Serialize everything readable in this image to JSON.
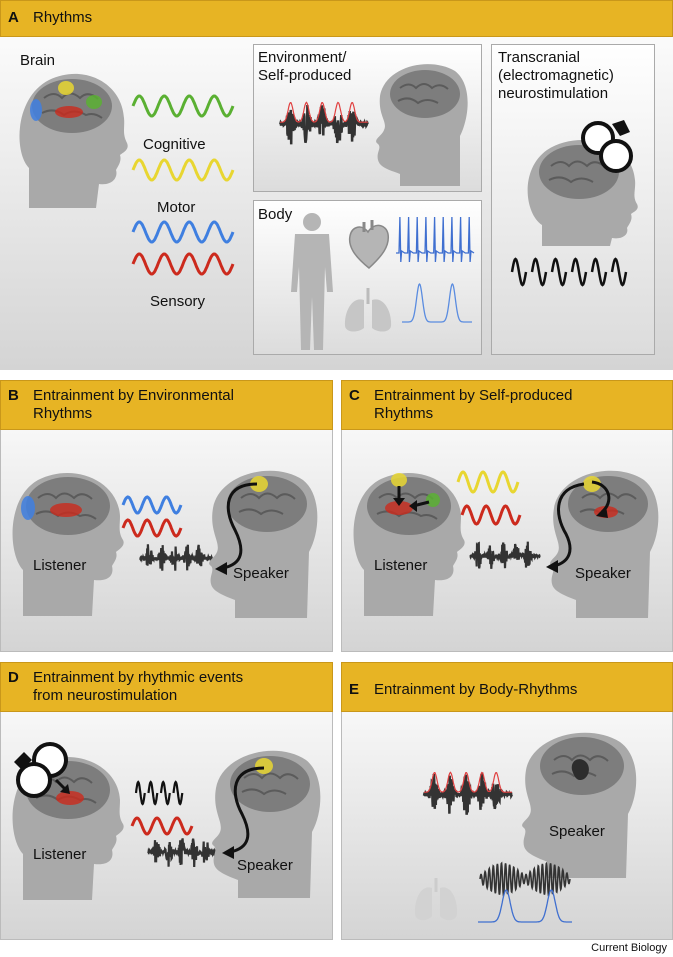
{
  "panel_a": {
    "letter": "A",
    "title": "Rhythms",
    "brain_label": "Brain",
    "cognitive_label": "Cognitive",
    "motor_label": "Motor",
    "sensory_label": "Sensory",
    "environment_label": "Environment/\nSelf-produced",
    "body_label": "Body",
    "transcranial_label": "Transcranial\n(electromagnetic)\nneurostimulation"
  },
  "panel_b": {
    "letter": "B",
    "title": "Entrainment by Environmental\nRhythms",
    "listener_label": "Listener",
    "speaker_label": "Speaker"
  },
  "panel_c": {
    "letter": "C",
    "title": "Entrainment by Self-produced\nRhythms",
    "listener_label": "Listener",
    "speaker_label": "Speaker"
  },
  "panel_d": {
    "letter": "D",
    "title": "Entrainment by rhythmic events\nfrom neurostimulation",
    "listener_label": "Listener",
    "speaker_label": "Speaker"
  },
  "panel_e": {
    "letter": "E",
    "title": "Entrainment by Body-Rhythms",
    "speaker_label": "Speaker"
  },
  "footer": {
    "journal": "Current Biology"
  },
  "colors": {
    "header": "#e7b424",
    "cognitive_wave": "#5ab032",
    "motor_wave": "#e8d631",
    "sensory_wave": "#cc2a1d",
    "blue_wave": "#3f7fe0",
    "head": "#a9a9a9",
    "brain": "#7d7d7d"
  }
}
